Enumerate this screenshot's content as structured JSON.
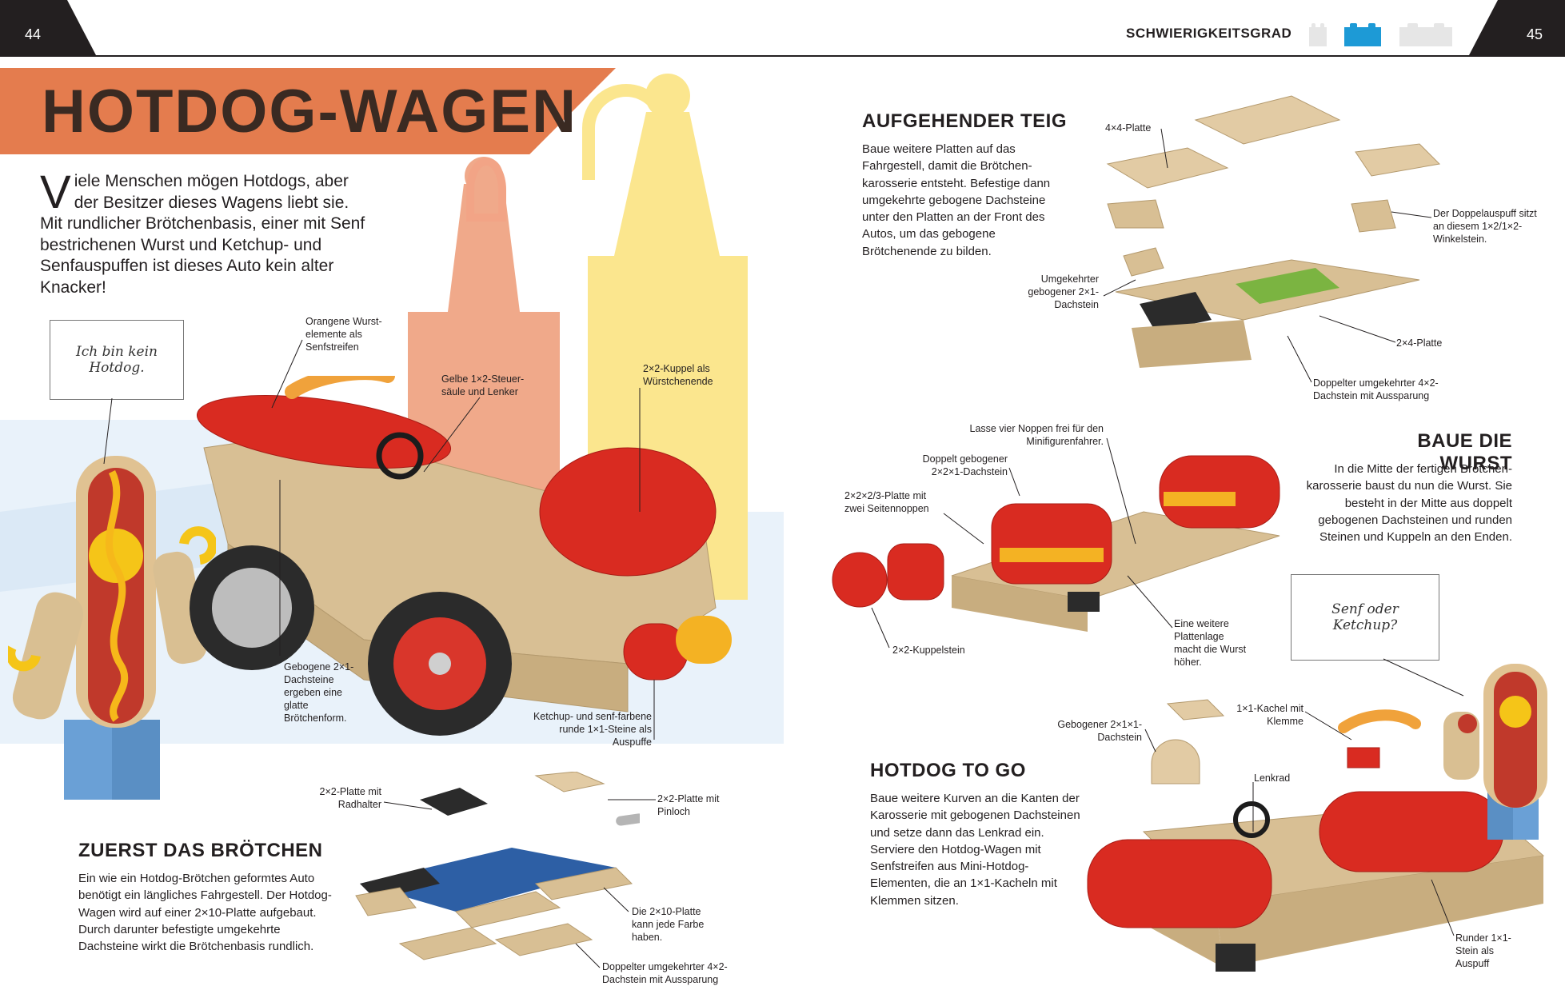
{
  "header": {
    "page_left": "44",
    "page_right": "45",
    "difficulty_label": "SCHWIERIGKEITSGRAD",
    "difficulty_colors": [
      "#e6e6e6",
      "#1d9ad6",
      "#e6e6e6"
    ]
  },
  "title": "HOTDOG-WAGEN",
  "intro": {
    "dropcap": "V",
    "text": "iele Menschen mögen Hotdogs, aber der Besitzer dieses Wagens liebt sie. Mit rundlicher Brötchenbasis, einer mit Senf bestrichenen Wurst und Ketchup- und Senfauspuffen ist dieses Auto kein alter Knacker!"
  },
  "speech": {
    "left": "Ich bin kein Hotdog.",
    "right": "Senf oder Ketchup?"
  },
  "main_labels": {
    "wurst_elemente": "Orangene Wurst-elemente als Senfstreifen",
    "steuersaeule": "Gelbe 1×2-Steuer-säule und Lenker",
    "kuppel": "2×2-Kuppel als Würstchenende",
    "dachsteine": "Gebogene 2×1-Dachsteine ergeben eine glatte Brötchenform.",
    "auspuffe": "Ketchup- und senf-farbene runde 1×1-Steine als Auspuffe"
  },
  "section_broetchen": {
    "heading": "ZUERST DAS BRÖTCHEN",
    "body": "Ein wie ein Hotdog-Brötchen geformtes Auto benötigt ein längliches Fahrgestell. Der Hotdog-Wagen wird auf einer 2×10-Platte aufgebaut. Durch darunter befestigte umgekehrte Dachsteine wirkt die Brötchenbasis rundlich.",
    "labels": {
      "radhalter": "2×2-Platte mit Radhalter",
      "pinloch": "2×2-Platte mit Pinloch",
      "farbe": "Die 2×10-Platte kann jede Farbe haben.",
      "aussparung": "Doppelter umgekehrter 4×2-Dachstein mit Aussparung"
    }
  },
  "section_teig": {
    "heading": "AUFGEHENDER TEIG",
    "body": "Baue weitere Platten auf das Fahrgestell, damit die Brötchen-karosserie entsteht. Befestige dann umgekehrte gebogene Dachsteine unter den Platten an der Front des Autos, um das gebogene Brötchenende zu bilden.",
    "labels": {
      "platte4x4": "4×4-Platte",
      "doppelauspuff": "Der Doppelauspuff sitzt an diesem 1×2/1×2-Winkelstein.",
      "umgekehrter": "Umgekehrter gebogener 2×1-Dachstein",
      "platte2x4": "2×4-Platte",
      "doppelter": "Doppelter umgekehrter 4×2-Dachstein mit Aussparung"
    }
  },
  "section_wurst": {
    "heading": "BAUE DIE WURST",
    "body": "In die Mitte der fertigen Brötchen-karosserie baust du nun die Wurst. Sie besteht in der Mitte aus doppelt gebogenen Dachsteinen und runden Steinen und Kuppeln an den Enden.",
    "labels": {
      "noppen": "Lasse vier Noppen frei für den Minifigurenfahrer.",
      "doppelt_gebogen": "Doppelt gebogener 2×2×1-Dachstein",
      "seitennoppen": "2×2×2/3-Platte mit zwei Seitennoppen",
      "kuppelstein": "2×2-Kuppelstein",
      "plattenlage": "Eine weitere Plattenlage macht die Wurst höher."
    }
  },
  "section_togo": {
    "heading": "HOTDOG TO GO",
    "body": "Baue weitere Kurven an die Kanten der Karosserie mit gebogenen Dachsteinen und setze dann das Lenkrad ein. Serviere den Hotdog-Wagen mit Senfstreifen aus Mini-Hotdog-Elementen, die an 1×1-Kacheln mit Klemmen sitzen.",
    "labels": {
      "gebogener": "Gebogener 2×1×1-Dachstein",
      "kachel": "1×1-Kachel mit Klemme",
      "lenkrad": "Lenkrad",
      "runder": "Runder 1×1-Stein als Auspuff"
    }
  }
}
